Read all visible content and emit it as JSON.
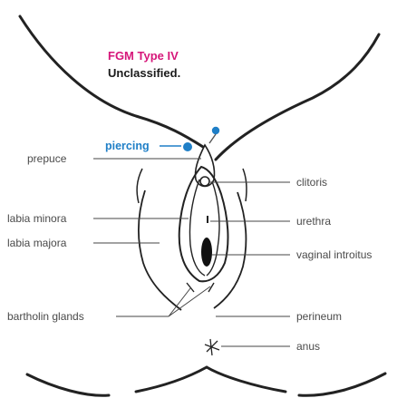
{
  "heading": {
    "title": "FGM Type IV",
    "subtitle": "Unclassified."
  },
  "labels": {
    "piercing": "piercing",
    "prepuce": "prepuce",
    "labia_minora": "labia minora",
    "labia_majora": "labia majora",
    "bartholin_glands": "bartholin glands",
    "clitoris": "clitoris",
    "urethra": "urethra",
    "vaginal_introitus": "vaginal introitus",
    "perineum": "perineum",
    "anus": "anus"
  },
  "colors": {
    "title": "#d6177a",
    "piercing": "#1f7fc7",
    "text": "#4a4a4a",
    "line": "#333333"
  }
}
